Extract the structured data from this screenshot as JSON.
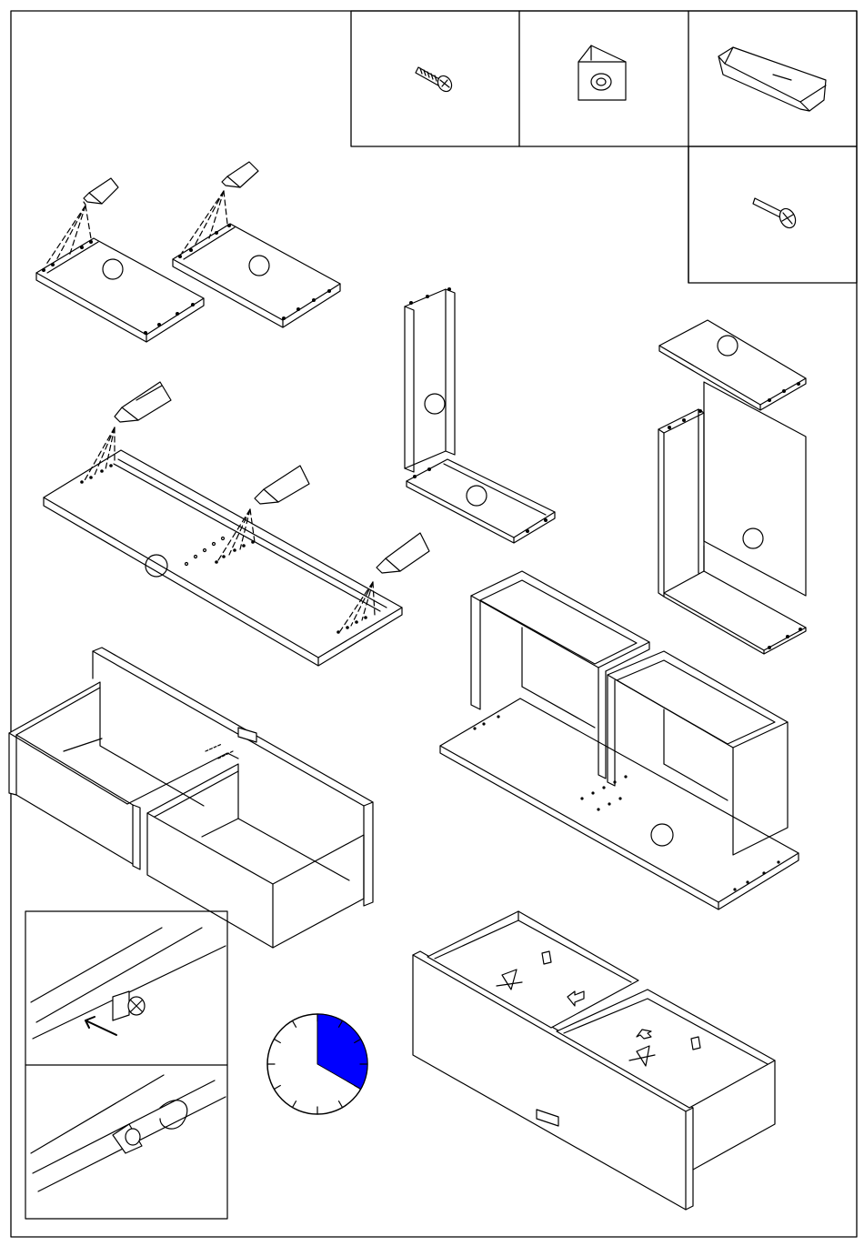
{
  "page": {
    "type": "assembly-instruction-sheet",
    "background": "#ffffff",
    "line_color": "#000000"
  },
  "parts_legend": [
    {
      "name": "screw",
      "icon": "screw-icon"
    },
    {
      "name": "corner-bracket",
      "icon": "corner-bracket-icon"
    },
    {
      "name": "handle",
      "icon": "handle-icon"
    },
    {
      "name": "cam-bolt",
      "icon": "cam-bolt-icon"
    }
  ],
  "steps": [
    {
      "name": "glue-dowels-into-drawer-panels",
      "icon": "glue-tube-icon"
    },
    {
      "name": "glue-dowels-into-bottom-panel",
      "icon": "glue-tube-icon"
    },
    {
      "name": "attach-side-to-shelf",
      "icon": "panel-icon"
    },
    {
      "name": "assemble-top-and-back",
      "icon": "panel-icon"
    },
    {
      "name": "mount-cabinets-on-base",
      "icon": "cabinet-icon"
    },
    {
      "name": "fit-drawers-and-handle",
      "icon": "drawer-icon"
    },
    {
      "name": "drawer-runner-detail",
      "icon": "bracket-detail-icon"
    },
    {
      "name": "drawer-underside-brackets",
      "icon": "drawer-icon"
    }
  ],
  "time_estimate": {
    "icon": "clock-icon",
    "fraction_of_hour": 0.333,
    "fill_color": "#0000ff"
  }
}
